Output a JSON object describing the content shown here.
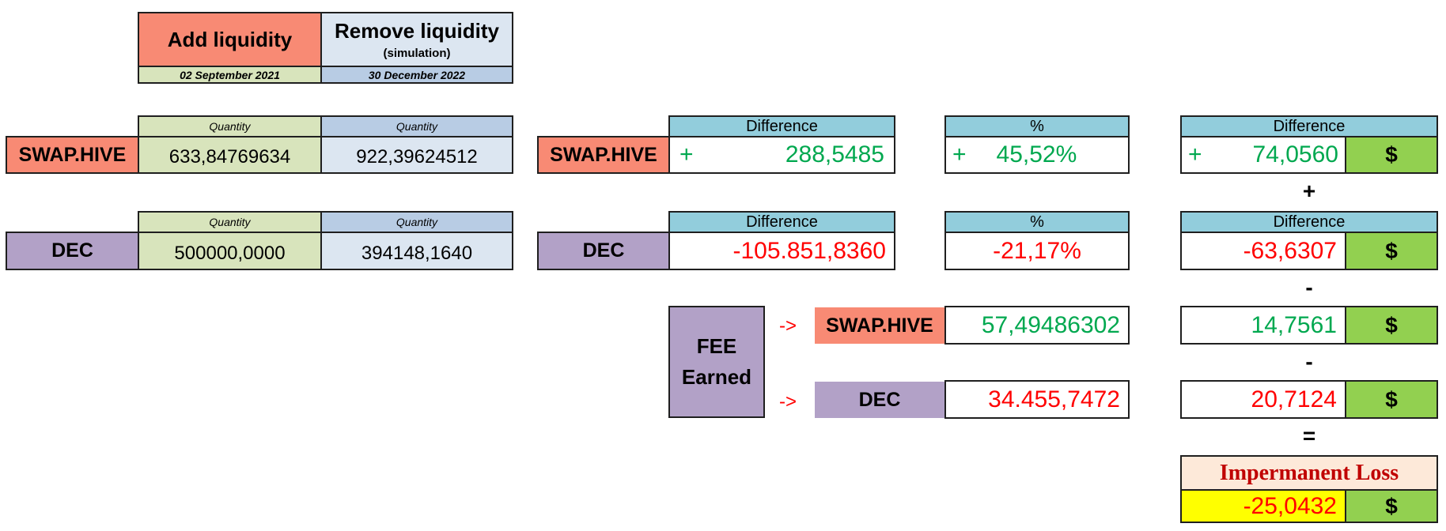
{
  "colors": {
    "salmon": "#f88a74",
    "lavender": "#b2a1c7",
    "pale_green": "#d8e4bc",
    "pale_blue": "#dce6f1",
    "header_blue": "#b8cce4",
    "teal": "#92cddc",
    "green_cell": "#92d050",
    "yellow": "#ffff00",
    "peach": "#fde9d9",
    "positive": "#00a84f",
    "negative": "#ff0000",
    "title_red": "#c00000"
  },
  "header": {
    "add_label": "Add liquidity",
    "remove_label": "Remove liquidity",
    "remove_sub": "(simulation)",
    "add_date": "02 September 2021",
    "remove_date": "30 December 2022"
  },
  "tokens": {
    "swap_hive": "SWAP.HIVE",
    "dec": "DEC"
  },
  "quantity_label": "Quantity",
  "difference_label": "Difference",
  "percent_label": "%",
  "rows": {
    "swap_hive": {
      "qty_add": "633,84769634",
      "qty_remove": "922,39624512",
      "diff_sign": "+",
      "diff_value": "288,5485",
      "pct_sign": "+",
      "pct_value": "45,52%",
      "usd_sign": "+",
      "usd_value": "74,0560",
      "currency": "$"
    },
    "dec": {
      "qty_add": "500000,0000",
      "qty_remove": "394148,1640",
      "diff_value": "-105.851,8360",
      "pct_value": "-21,17%",
      "usd_value": "-63,6307",
      "currency": "$"
    }
  },
  "fee": {
    "label_line1": "FEE",
    "label_line2": "Earned",
    "arrow": "->",
    "swap_hive_value": "57,49486302",
    "dec_value": "34.455,7472",
    "swap_hive_usd": "14,7561",
    "dec_usd": "20,7124",
    "currency": "$"
  },
  "operators": {
    "plus": "+",
    "minus1": "-",
    "minus2": "-",
    "equals": "="
  },
  "result": {
    "title": "Impermanent Loss",
    "value": "-25,0432",
    "currency": "$"
  }
}
